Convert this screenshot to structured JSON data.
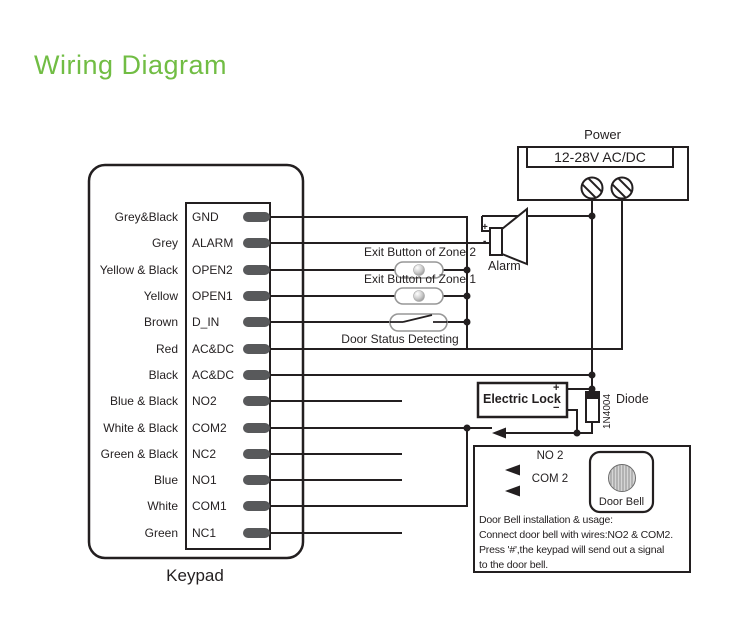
{
  "title": "Wiring Diagram",
  "colors": {
    "accent": "#71bd44",
    "line": "#231f20",
    "terminal_pill": "#58595b"
  },
  "keypad": {
    "label": "Keypad",
    "terminals": [
      {
        "wire": "Grey&Black",
        "name": "GND"
      },
      {
        "wire": "Grey",
        "name": "ALARM"
      },
      {
        "wire": "Yellow & Black",
        "name": "OPEN2"
      },
      {
        "wire": "Yellow",
        "name": "OPEN1"
      },
      {
        "wire": "Brown",
        "name": "D_IN"
      },
      {
        "wire": "Red",
        "name": "AC&DC"
      },
      {
        "wire": "Black",
        "name": "AC&DC"
      },
      {
        "wire": "Blue & Black",
        "name": "NO2"
      },
      {
        "wire": "White & Black",
        "name": "COM2"
      },
      {
        "wire": "Green & Black",
        "name": "NC2"
      },
      {
        "wire": "Blue",
        "name": "NO1"
      },
      {
        "wire": "White",
        "name": "COM1"
      },
      {
        "wire": "Green",
        "name": "NC1"
      }
    ]
  },
  "power": {
    "label": "Power",
    "rating": "12-28V AC/DC"
  },
  "alarm": {
    "label": "Alarm",
    "plus": "+",
    "minus": "-"
  },
  "exit_buttons": {
    "zone2": "Exit Button of Zone 2",
    "zone1": "Exit Button of Zone 1"
  },
  "door_status": {
    "label": "Door Status Detecting"
  },
  "electric_lock": {
    "label": "Electric Lock",
    "plus": "+",
    "minus": "−"
  },
  "diode": {
    "part_number": "1N4004",
    "label": "Diode"
  },
  "door_bell": {
    "label": "Door Bell",
    "no2_wire": "NO 2",
    "com2_wire": "COM 2",
    "note_line1": "Door Bell installation & usage:",
    "note_line2": "Connect door bell with wires:NO2 & COM2.",
    "note_line3": "Press '#',the keypad will send out a signal",
    "note_line4": "to the door bell."
  }
}
